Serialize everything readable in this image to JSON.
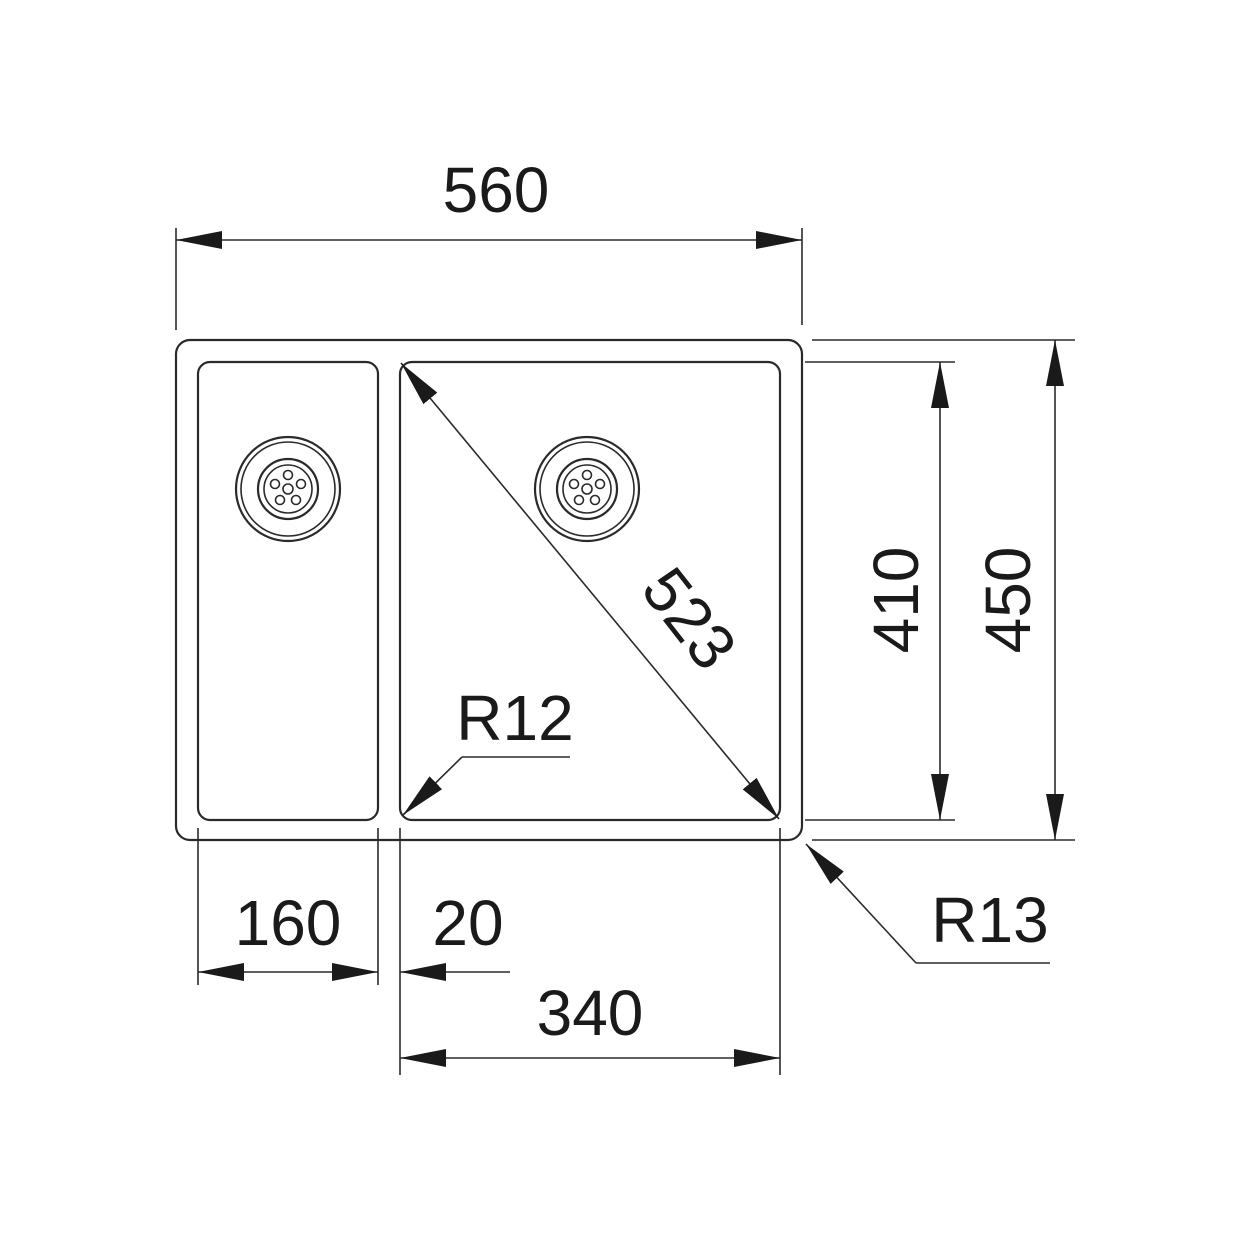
{
  "dimensions": {
    "overall_width": "560",
    "overall_depth": "450",
    "bowl_depth": "410",
    "diagonal": "523",
    "small_bowl_width": "160",
    "divider_width": "20",
    "large_bowl_width": "340",
    "inner_radius": "R12",
    "outer_radius": "R13"
  },
  "colors": {
    "line": "#2a2a2a",
    "text": "#1a1a1a",
    "background": "#ffffff"
  }
}
